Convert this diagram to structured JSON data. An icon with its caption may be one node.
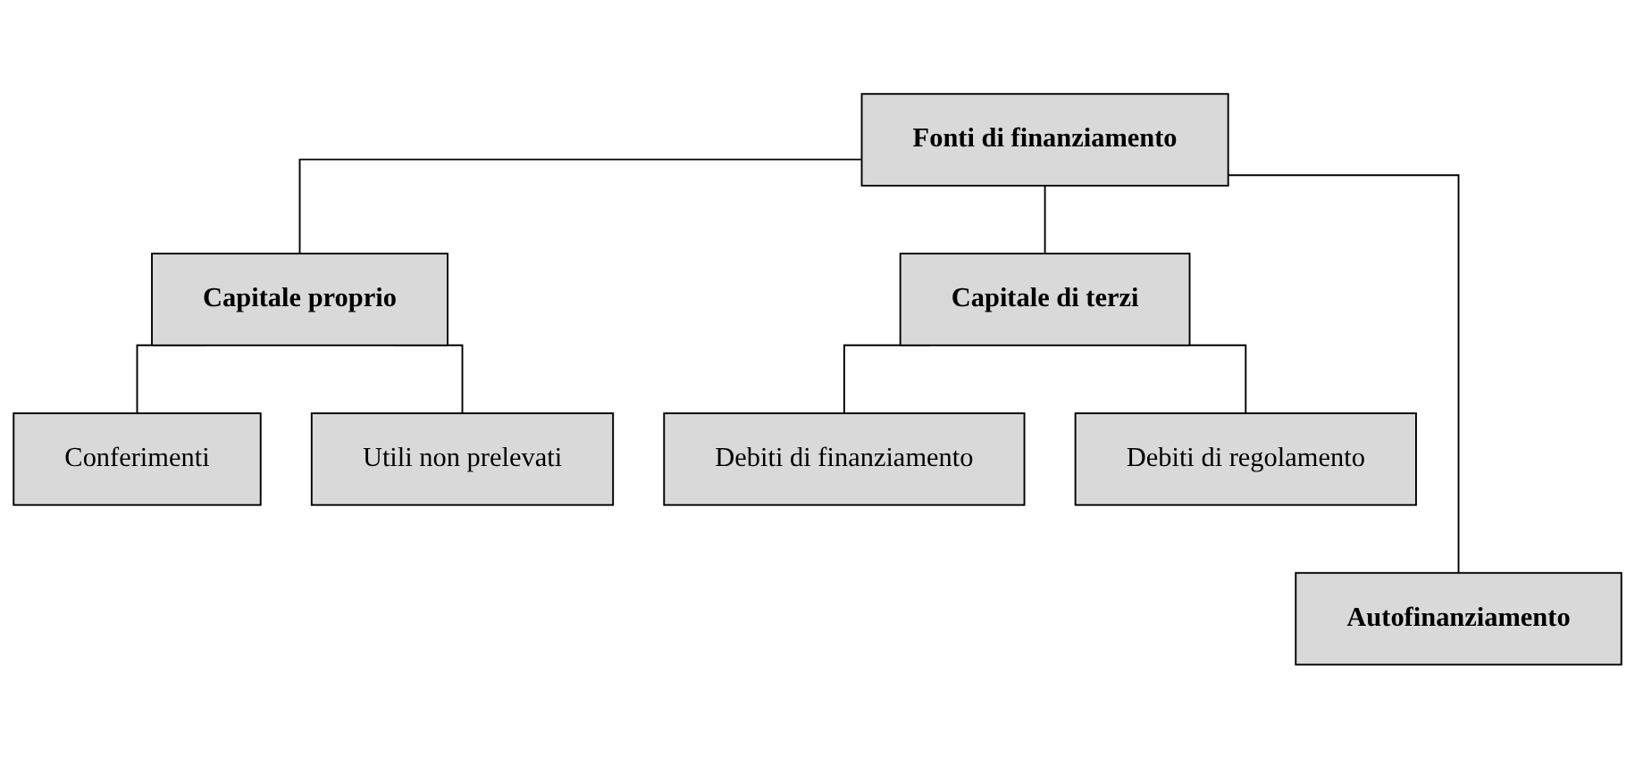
{
  "diagram": {
    "nodes": [
      {
        "text": [
          "Fonti di finanziamento"
        ]
      },
      {
        "text": [
          "Capitale proprio"
        ]
      },
      {
        "text": [
          "Capitale di terzi"
        ]
      },
      {
        "text": [
          "Conferimenti"
        ]
      },
      {
        "text": [
          "Utili non prelevati"
        ]
      },
      {
        "text": [
          "Debiti di finanziamento"
        ]
      },
      {
        "text": [
          "Debiti di regolamento"
        ]
      },
      {
        "text": [
          "Autofinanziamento"
        ]
      }
    ],
    "edges": [
      {
        "from": 0,
        "to": 1,
        "arrow": "none"
      },
      {
        "from": 0,
        "to": 7,
        "arrow": "none"
      },
      {
        "from": 0,
        "to": 2,
        "arrow": "none"
      },
      {
        "from": 1,
        "to": 3,
        "arrow": "none"
      },
      {
        "from": 1,
        "to": 4,
        "arrow": "none"
      },
      {
        "from": 2,
        "to": 5,
        "arrow": "none"
      },
      {
        "from": 2,
        "to": 6,
        "arrow": "none"
      }
    ]
  }
}
